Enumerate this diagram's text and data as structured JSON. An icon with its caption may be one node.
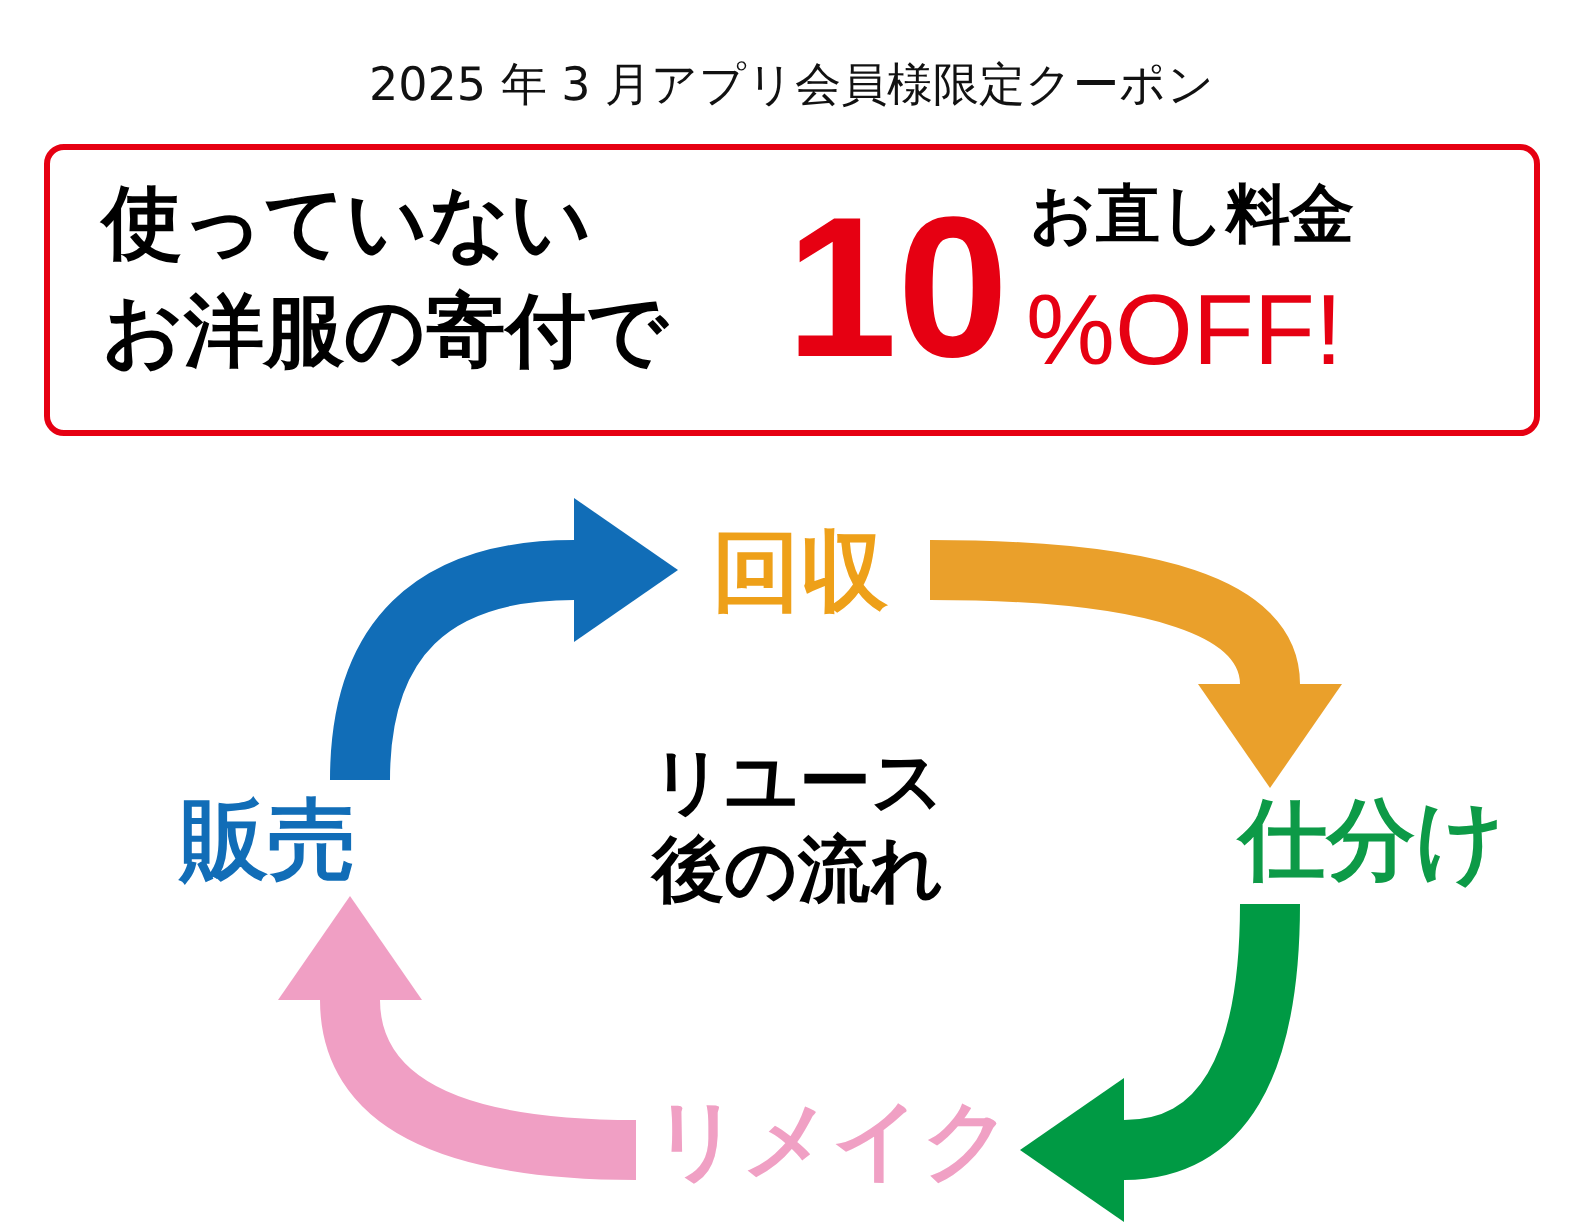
{
  "diagram": {
    "title": "2025 年 3 月アプリ会員様限定クーポン",
    "nodes": [
      {
        "text": [
          "使っていない",
          "お洋服の寄付で",
          "10",
          "お直し料金",
          "%OFF!"
        ]
      },
      {
        "text": [
          "回収"
        ]
      },
      {
        "text": [
          "仕分け"
        ]
      },
      {
        "text": [
          "リメイク"
        ]
      },
      {
        "text": [
          "販売"
        ]
      }
    ],
    "edges": [
      {
        "from": 4,
        "to": 1,
        "arrow": "to",
        "color": "#116db7"
      },
      {
        "from": 1,
        "to": 2,
        "arrow": "to",
        "color": "#eaa02b"
      },
      {
        "from": 2,
        "to": 3,
        "arrow": "to",
        "color": "#009a44"
      },
      {
        "from": 3,
        "to": 4,
        "arrow": "to",
        "color": "#f09fc4"
      }
    ],
    "labels": [
      "リユース後の流れ"
    ]
  }
}
